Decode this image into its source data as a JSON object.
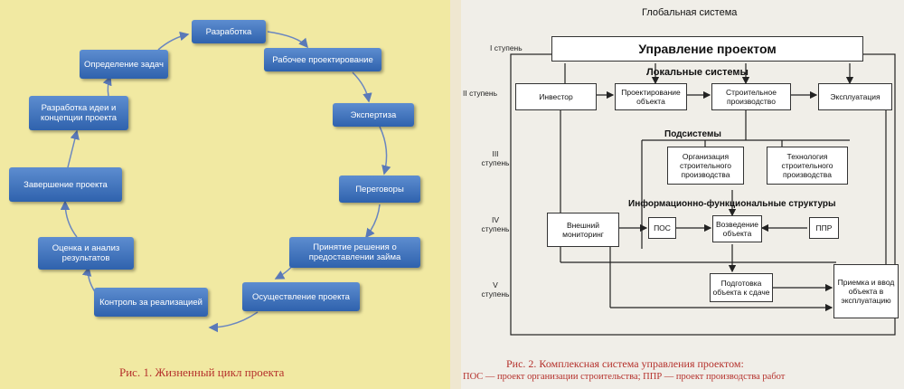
{
  "figure1": {
    "caption": "Рис. 1. Жизненный цикл проекта",
    "nodes": [
      {
        "id": "development",
        "label": "Разработка"
      },
      {
        "id": "working-design",
        "label": "Рабочее проектирование"
      },
      {
        "id": "expertise",
        "label": "Экспертиза"
      },
      {
        "id": "negotiations",
        "label": "Переговоры"
      },
      {
        "id": "loan-decision",
        "label": "Принятие решения  о предоставлении займа"
      },
      {
        "id": "implementation",
        "label": "Осуществление проекта"
      },
      {
        "id": "control",
        "label": "Контроль за реализацией"
      },
      {
        "id": "evaluation",
        "label": "Оценка и  анализ результатов"
      },
      {
        "id": "completion",
        "label": "Завершение проекта"
      },
      {
        "id": "idea-dev",
        "label": "Разработка идеи и концепции проекта"
      },
      {
        "id": "task-definition",
        "label": "Определение задач"
      }
    ]
  },
  "figure2": {
    "caption_line1": "Рис. 2. Комплексная система управления проектом:",
    "caption_line2": "ПОС — проект организации строительства; ППР — проект производства работ",
    "global_system": "Глобальная система",
    "project_management": "Управление проектом",
    "local_systems": "Локальные системы",
    "subsystems": "Подсистемы",
    "info_structures": "Информационно-функциональные структуры",
    "levels": [
      "I ступень",
      "II ступень",
      "III ступень",
      "IV ступень",
      "V ступень"
    ],
    "boxes": {
      "investor": "Инвестор",
      "object_design": "Проектирование объекта",
      "construction": "Строительное производство",
      "operation": "Эксплуатация",
      "org_construction": "Организация строительного производства",
      "tech_construction": "Технология строительного производства",
      "monitoring": "Внешний мониторинг",
      "pos": "ПОС",
      "erection": "Возведение объекта",
      "ppr": "ППР",
      "handover_prep": "Подготовка объекта к сдаче",
      "acceptance": "Приемка и ввод объекта в эксплуатацию"
    }
  }
}
